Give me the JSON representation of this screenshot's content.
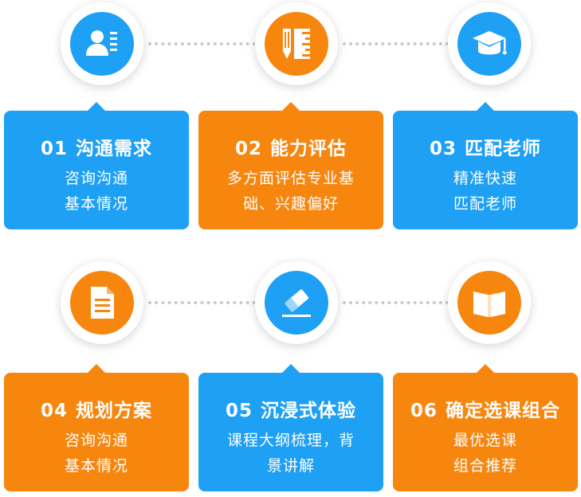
{
  "steps": [
    {
      "num": "01",
      "title": "沟通需求",
      "line1": "咨询沟通",
      "line2": "基本情况",
      "color": "#1ea0f5",
      "icon": "user-profile-icon"
    },
    {
      "num": "02",
      "title": "能力评估",
      "line1": "多方面评估专业基",
      "line2": "础、兴趣偏好",
      "color": "#f7860f",
      "icon": "pencil-ruler-icon"
    },
    {
      "num": "03",
      "title": "匹配老师",
      "line1": "精准快速",
      "line2": "匹配老师",
      "color": "#1ea0f5",
      "icon": "graduation-cap-icon"
    },
    {
      "num": "04",
      "title": "规划方案",
      "line1": "咨询沟通",
      "line2": "基本情况",
      "color": "#f7860f",
      "icon": "document-icon"
    },
    {
      "num": "05",
      "title": "沉浸式体验",
      "line1": "课程大纲梳理，背",
      "line2": "景讲解",
      "color": "#1ea0f5",
      "icon": "eraser-icon"
    },
    {
      "num": "06",
      "title": "确定选课组合",
      "line1": "最优选课",
      "line2": "组合推荐",
      "color": "#f7860f",
      "icon": "open-book-icon"
    }
  ]
}
